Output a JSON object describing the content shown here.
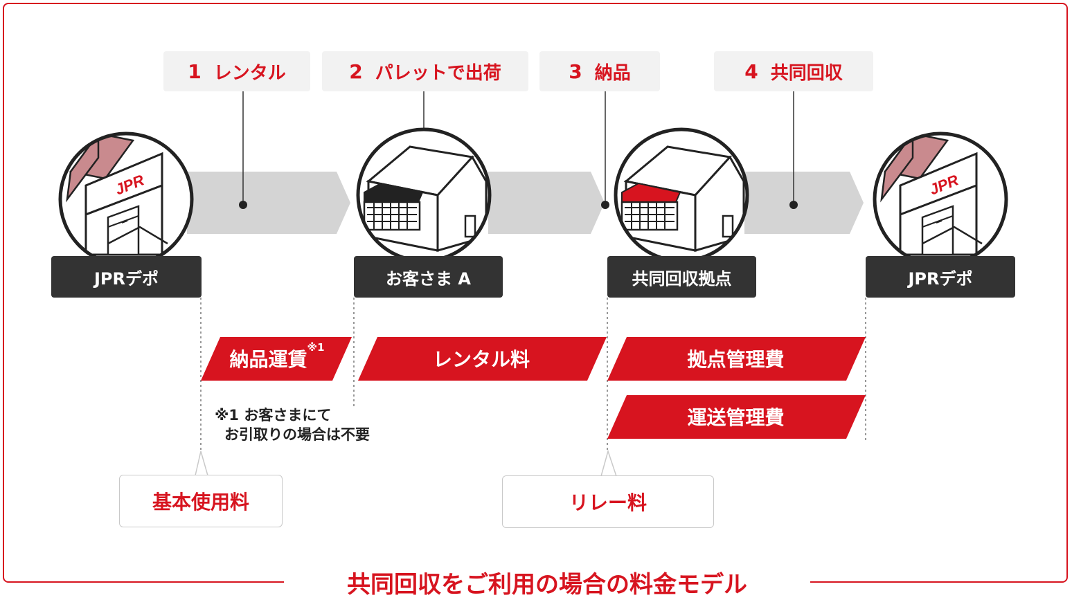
{
  "steps": [
    {
      "num": "1",
      "label": "レンタル"
    },
    {
      "num": "2",
      "label": "パレットで出荷"
    },
    {
      "num": "3",
      "label": "納品"
    },
    {
      "num": "4",
      "label": "共同回収"
    }
  ],
  "nodes": [
    "JPRデポ",
    "お客さま A",
    "共同回収拠点",
    "JPRデポ"
  ],
  "building_sign": "JPR",
  "fees": {
    "delivery": "納品運賃",
    "delivery_mark": "※1",
    "rental": "レンタル料",
    "base_mgmt": "拠点管理費",
    "transport_mgmt": "運送管理費"
  },
  "note": {
    "line1": "※1 お客さまにて",
    "line2": "お引取りの場合は不要"
  },
  "callouts": {
    "basic": "基本使用料",
    "relay": "リレー料"
  },
  "title": "共同回収をご利用の場合の料金モデル",
  "colors": {
    "accent": "#d7141f",
    "dark": "#333333",
    "arrow": "#d4d4d4"
  }
}
